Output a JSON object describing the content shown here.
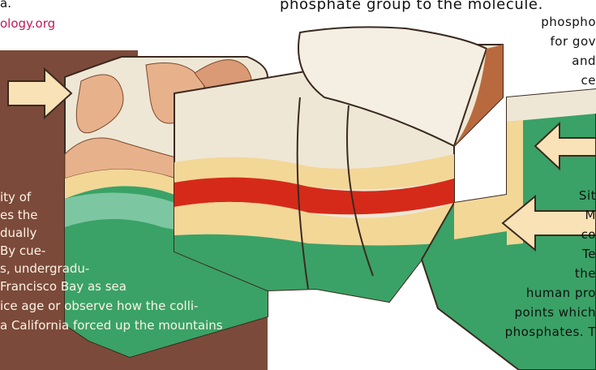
{
  "top_text": {
    "header_fragment": "a.",
    "header_line": "phosphate group to the molecule.",
    "link": "ology.org"
  },
  "left_text": {
    "lines": [
      "ity of",
      "es the",
      "dually",
      "By cue-",
      "s, undergradu-",
      "Francisco Bay as sea",
      "ice age or observe how the colli-",
      "a California forced up the mountains"
    ]
  },
  "right_text": {
    "upper_lines": [
      "phospho",
      "for gov",
      "and",
      "ce"
    ],
    "lower_lines": [
      "Sit",
      "M",
      "co",
      "Te",
      "the",
      "human pro",
      "points which",
      "phosphates. T"
    ]
  },
  "colors": {
    "panel_brown": "#7c4a3a",
    "stratum_green": "#3aa266",
    "stratum_red": "#d52a1a",
    "stratum_tan": "#f3d797",
    "arrow_cream": "#f9e2b6"
  },
  "icons": {
    "arrows": [
      "arrow-right-icon",
      "arrow-left-icon",
      "arrow-left-icon",
      "arrow-left-icon"
    ]
  }
}
